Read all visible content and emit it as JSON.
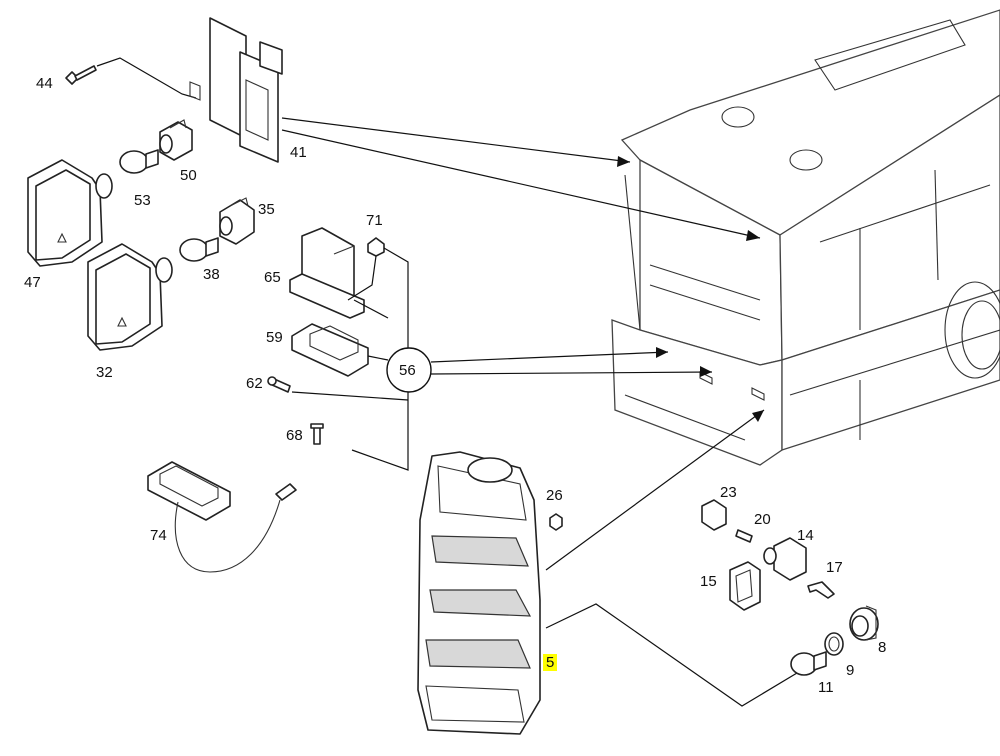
{
  "labels": {
    "p44": "44",
    "p41": "41",
    "p50": "50",
    "p53": "53",
    "p35": "35",
    "p47": "47",
    "p38": "38",
    "p71": "71",
    "p65": "65",
    "p32": "32",
    "p59": "59",
    "p56": "56",
    "p62": "62",
    "p68": "68",
    "p74": "74",
    "p26": "26",
    "p23": "23",
    "p20": "20",
    "p14": "14",
    "p15": "15",
    "p17": "17",
    "p8": "8",
    "p9": "9",
    "p11": "11",
    "p5": "5"
  },
  "colors": {
    "highlight": "#ffff00",
    "line": "#222222"
  }
}
